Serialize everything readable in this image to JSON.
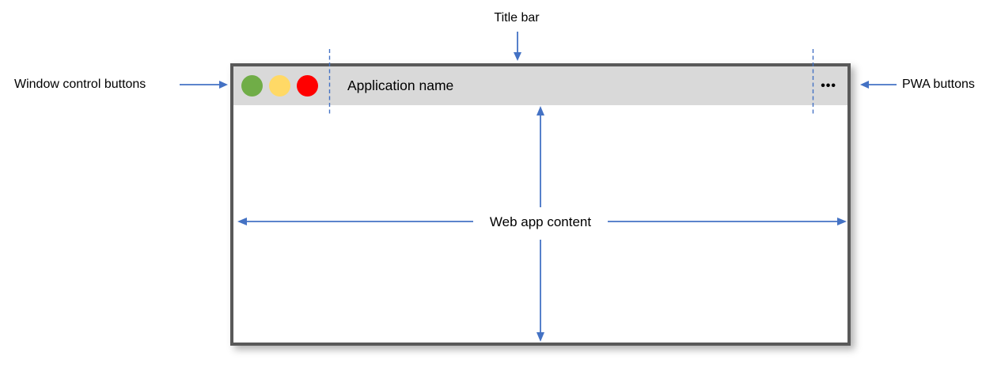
{
  "figure": {
    "annotations": {
      "title_bar_label": "Title bar",
      "window_controls_label": "Window control buttons",
      "pwa_buttons_label": "PWA buttons",
      "content_label": "Web app content"
    },
    "window": {
      "title": "Application name",
      "pwa_buttons_glyph": "•••",
      "controls": [
        {
          "name": "green-circle",
          "color": "#70AD47"
        },
        {
          "name": "yellow-circle",
          "color": "#FFD966"
        },
        {
          "name": "red-circle",
          "color": "#FF0000"
        }
      ]
    },
    "colors": {
      "arrow_blue": "#4472C4",
      "window_border": "#595959",
      "titlebar_bg": "#D9D9D9",
      "text_color": "#000000",
      "canvas_bg": "#FFFFFF"
    }
  }
}
